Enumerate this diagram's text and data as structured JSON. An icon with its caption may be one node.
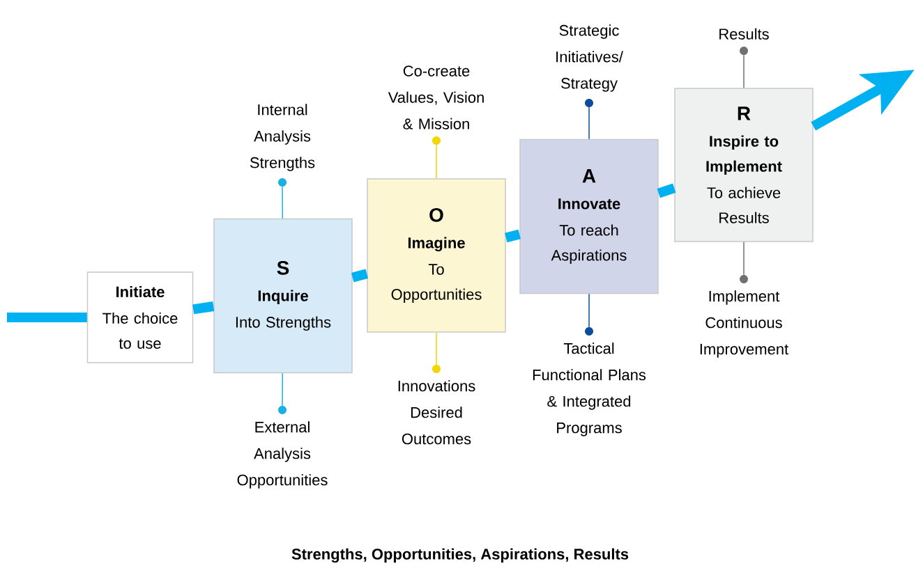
{
  "diagram": {
    "caption": "Strengths, Opportunities, Aspirations, Results",
    "nodes": [
      {
        "text": [
          "Initiate",
          "The choice to use"
        ]
      },
      {
        "text": [
          "S",
          "Inquire",
          "Into Strengths"
        ]
      },
      {
        "text": [
          "O",
          "Imagine",
          "To Opportunities"
        ]
      },
      {
        "text": [
          "A",
          "Innovate",
          "To reach Aspirations"
        ]
      },
      {
        "text": [
          "R",
          "Inspire to Implement",
          "To achieve Results"
        ]
      },
      {
        "text": [],
        "shape": "circle",
        "beside": [
          "Internal Analysis Strengths"
        ]
      },
      {
        "text": [],
        "shape": "circle",
        "beside": [
          "External Analysis Opportunities"
        ]
      },
      {
        "text": [],
        "shape": "circle",
        "beside": [
          "Co-create Values, Vision & Mission"
        ]
      },
      {
        "text": [],
        "shape": "circle",
        "beside": [
          "Innovations Desired Outcomes"
        ]
      },
      {
        "text": [],
        "shape": "circle",
        "beside": [
          "Strategic Initiatives/ Strategy"
        ]
      },
      {
        "text": [],
        "shape": "circle",
        "beside": [
          "Tactical Functional Plans & Integrated Programs"
        ]
      },
      {
        "text": [],
        "shape": "circle",
        "beside": [
          "Results"
        ]
      },
      {
        "text": [],
        "shape": "circle",
        "beside": [
          "Implement Continuous Improvement"
        ]
      }
    ],
    "edges": [
      {
        "from": null,
        "to": 0,
        "arrow": "none",
        "style": "thick",
        "color": "#00b0f0"
      },
      {
        "from": 0,
        "to": 1,
        "arrow": "none",
        "style": "thick",
        "color": "#00b0f0"
      },
      {
        "from": 1,
        "to": 2,
        "arrow": "none",
        "style": "thick",
        "color": "#00b0f0"
      },
      {
        "from": 2,
        "to": 3,
        "arrow": "none",
        "style": "thick",
        "color": "#00b0f0"
      },
      {
        "from": 3,
        "to": 4,
        "arrow": "none",
        "style": "thick",
        "color": "#00b0f0"
      },
      {
        "from": 4,
        "to": null,
        "arrow": "to",
        "style": "thick",
        "color": "#00b0f0"
      },
      {
        "from": 1,
        "to": 5,
        "arrow": "none",
        "color": "#1ab0e6"
      },
      {
        "from": 1,
        "to": 6,
        "arrow": "none",
        "color": "#1ab0e6"
      },
      {
        "from": 2,
        "to": 7,
        "arrow": "none",
        "color": "#f2d600"
      },
      {
        "from": 2,
        "to": 8,
        "arrow": "none",
        "color": "#f2d600"
      },
      {
        "from": 3,
        "to": 9,
        "arrow": "none",
        "color": "#0b4c9c"
      },
      {
        "from": 3,
        "to": 10,
        "arrow": "none",
        "color": "#0b4c9c"
      },
      {
        "from": 4,
        "to": 11,
        "arrow": "none",
        "color": "#707070"
      },
      {
        "from": 4,
        "to": 12,
        "arrow": "none",
        "color": "#707070"
      }
    ]
  }
}
